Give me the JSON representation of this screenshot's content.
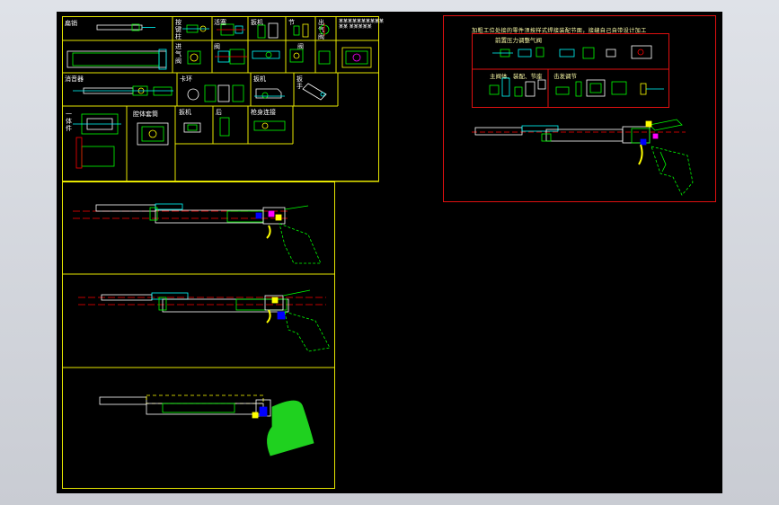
{
  "viewer": {
    "background": "#000000",
    "frame_border": "#e6e600",
    "red_frame": "#e01010"
  },
  "top_left_sheet": {
    "cells": [
      {
        "label": "扁销"
      },
      {
        "label": "按键柱"
      },
      {
        "label": "活塞"
      },
      {
        "label": "扳机"
      },
      {
        "label": "节"
      },
      {
        "label": "出气阀"
      },
      {
        "label": "进气阀"
      },
      {
        "label": "阀"
      },
      {
        "label": "阀"
      },
      {
        "label": "消音器"
      },
      {
        "label": "卡环"
      },
      {
        "label": "扳机"
      },
      {
        "label": "扳手"
      },
      {
        "label": "一体件"
      },
      {
        "label": "腔体套筒"
      },
      {
        "label": "扳机"
      },
      {
        "label": "后"
      },
      {
        "label": "枪身连接"
      }
    ],
    "title_block": "某某某某某某某某某某\n某某 某某某某某"
  },
  "top_right_sheet": {
    "title": "加粗工位处接的零件须按样式焊接装配节面，接缝自己自带设计加工",
    "sub_panels": [
      {
        "label": "前置压力调整气阀"
      },
      {
        "label": "主阀体、装配、节座"
      },
      {
        "label": "击发调节"
      }
    ]
  }
}
